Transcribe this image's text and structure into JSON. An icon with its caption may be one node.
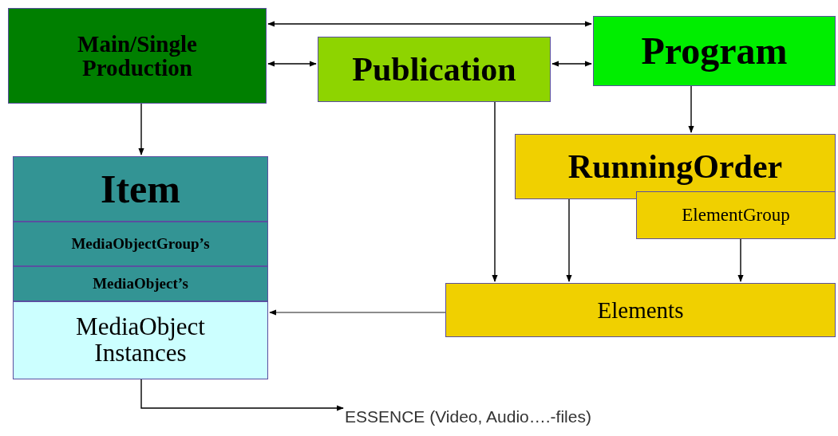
{
  "diagram": {
    "nodes": [
      {
        "text": [
          "Main/Single Production"
        ]
      },
      {
        "text": [
          "Publication"
        ]
      },
      {
        "text": [
          "Program"
        ]
      },
      {
        "text": [
          "Item"
        ]
      },
      {
        "text": [
          "MediaObjectGroup’s"
        ]
      },
      {
        "text": [
          "MediaObject’s"
        ]
      },
      {
        "text": [
          "MediaObject Instances"
        ]
      },
      {
        "text": [
          "RunningOrder"
        ]
      },
      {
        "text": [
          "ElementGroup"
        ]
      },
      {
        "text": [
          "Elements"
        ]
      },
      {
        "text": [
          "ESSENCE (Video, Audio….-files)"
        ]
      }
    ],
    "edges": [
      {
        "from": 0,
        "to": 2,
        "arrow": "both"
      },
      {
        "from": 0,
        "to": 1,
        "arrow": "both"
      },
      {
        "from": 1,
        "to": 2,
        "arrow": "both"
      },
      {
        "from": 0,
        "to": 3,
        "arrow": "to"
      },
      {
        "from": 2,
        "to": 7,
        "arrow": "to"
      },
      {
        "from": 1,
        "to": 9,
        "arrow": "to"
      },
      {
        "from": 7,
        "to": 9,
        "arrow": "to"
      },
      {
        "from": 8,
        "to": 9,
        "arrow": "to"
      },
      {
        "from": 9,
        "to": 6,
        "arrow": "to",
        "color": "#666666"
      },
      {
        "from": 6,
        "to": 10,
        "arrow": "to"
      }
    ]
  }
}
